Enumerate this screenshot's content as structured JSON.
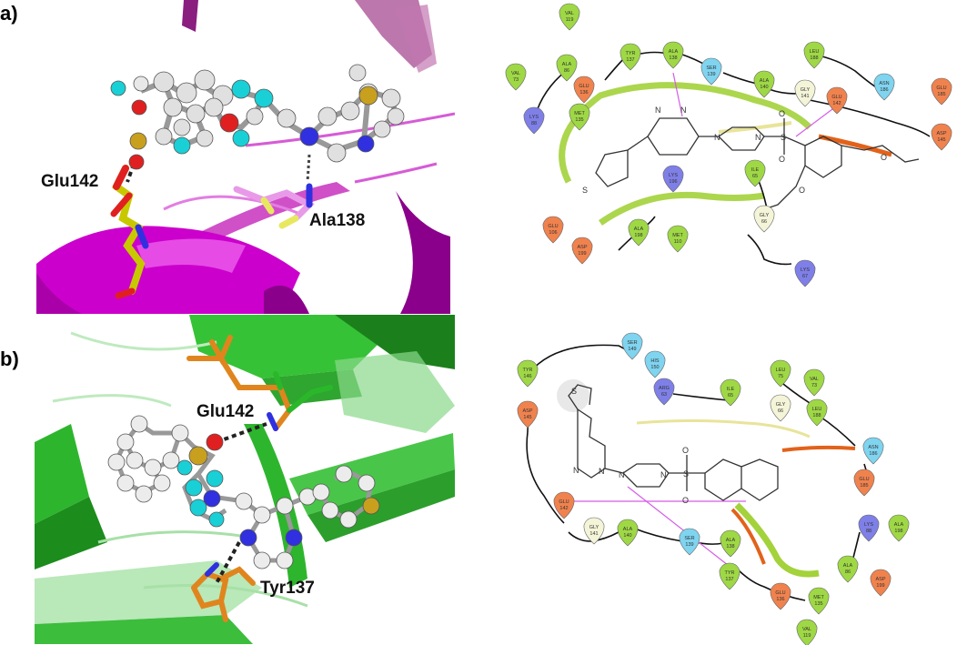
{
  "panels": [
    {
      "label": "a)",
      "structure_labels": [
        "Glu142",
        "Ala138"
      ],
      "residues": [
        {
          "name": "VAL",
          "num": "119",
          "type": "hydrophobic"
        },
        {
          "name": "VAL",
          "num": "73",
          "type": "hydrophobic"
        },
        {
          "name": "ALA",
          "num": "86",
          "type": "hydrophobic"
        },
        {
          "name": "TYR",
          "num": "137",
          "type": "hydrophobic"
        },
        {
          "name": "ALA",
          "num": "138",
          "type": "hydrophobic"
        },
        {
          "name": "SER",
          "num": "139",
          "type": "polar"
        },
        {
          "name": "ALA",
          "num": "140",
          "type": "hydrophobic"
        },
        {
          "name": "LEU",
          "num": "188",
          "type": "hydrophobic"
        },
        {
          "name": "ASN",
          "num": "186",
          "type": "polar"
        },
        {
          "name": "GLU",
          "num": "185",
          "type": "negative"
        },
        {
          "name": "LYS",
          "num": "88",
          "type": "positive"
        },
        {
          "name": "GLU",
          "num": "136",
          "type": "negative"
        },
        {
          "name": "MET",
          "num": "135",
          "type": "hydrophobic"
        },
        {
          "name": "GLY",
          "num": "141",
          "type": "glycine"
        },
        {
          "name": "GLU",
          "num": "142",
          "type": "negative"
        },
        {
          "name": "ASP",
          "num": "145",
          "type": "negative"
        },
        {
          "name": "GLU",
          "num": "106",
          "type": "negative"
        },
        {
          "name": "LYS",
          "num": "196",
          "type": "positive"
        },
        {
          "name": "ILE",
          "num": "65",
          "type": "hydrophobic"
        },
        {
          "name": "ASP",
          "num": "199",
          "type": "negative"
        },
        {
          "name": "ALA",
          "num": "198",
          "type": "hydrophobic"
        },
        {
          "name": "MET",
          "num": "110",
          "type": "hydrophobic"
        },
        {
          "name": "GLY",
          "num": "66",
          "type": "glycine"
        },
        {
          "name": "LYS",
          "num": "67",
          "type": "positive"
        }
      ]
    },
    {
      "label": "b)",
      "structure_labels": [
        "Glu142",
        "Tyr137"
      ],
      "residues": [
        {
          "name": "SER",
          "num": "149",
          "type": "polar"
        },
        {
          "name": "HIS",
          "num": "150",
          "type": "polar"
        },
        {
          "name": "TYR",
          "num": "146",
          "type": "hydrophobic"
        },
        {
          "name": "LEU",
          "num": "75",
          "type": "hydrophobic"
        },
        {
          "name": "VAL",
          "num": "73",
          "type": "hydrophobic"
        },
        {
          "name": "ARG",
          "num": "63",
          "type": "positive"
        },
        {
          "name": "ILE",
          "num": "65",
          "type": "hydrophobic"
        },
        {
          "name": "GLY",
          "num": "66",
          "type": "glycine"
        },
        {
          "name": "LEU",
          "num": "188",
          "type": "hydrophobic"
        },
        {
          "name": "ASP",
          "num": "145",
          "type": "negative"
        },
        {
          "name": "ASN",
          "num": "186",
          "type": "polar"
        },
        {
          "name": "GLU",
          "num": "185",
          "type": "negative"
        },
        {
          "name": "GLU",
          "num": "142",
          "type": "negative"
        },
        {
          "name": "LYS",
          "num": "88",
          "type": "positive"
        },
        {
          "name": "ALA",
          "num": "198",
          "type": "hydrophobic"
        },
        {
          "name": "GLY",
          "num": "141",
          "type": "glycine"
        },
        {
          "name": "ALA",
          "num": "140",
          "type": "hydrophobic"
        },
        {
          "name": "SER",
          "num": "139",
          "type": "polar"
        },
        {
          "name": "ALA",
          "num": "138",
          "type": "hydrophobic"
        },
        {
          "name": "ALA",
          "num": "86",
          "type": "hydrophobic"
        },
        {
          "name": "ASP",
          "num": "199",
          "type": "negative"
        },
        {
          "name": "TYR",
          "num": "137",
          "type": "hydrophobic"
        },
        {
          "name": "GLU",
          "num": "136",
          "type": "negative"
        },
        {
          "name": "MET",
          "num": "135",
          "type": "hydrophobic"
        },
        {
          "name": "VAL",
          "num": "119",
          "type": "hydrophobic"
        }
      ]
    }
  ],
  "colors": {
    "hydrophobic": "#9fd845",
    "polar": "#7fd4f0",
    "negative": "#f0824e",
    "positive": "#7f7fe8",
    "glycine": "#f4f4d8",
    "hbond_arrow": "#d55ce8",
    "pocket_green": "#a3d23a",
    "pocket_orange": "#e2621a"
  }
}
